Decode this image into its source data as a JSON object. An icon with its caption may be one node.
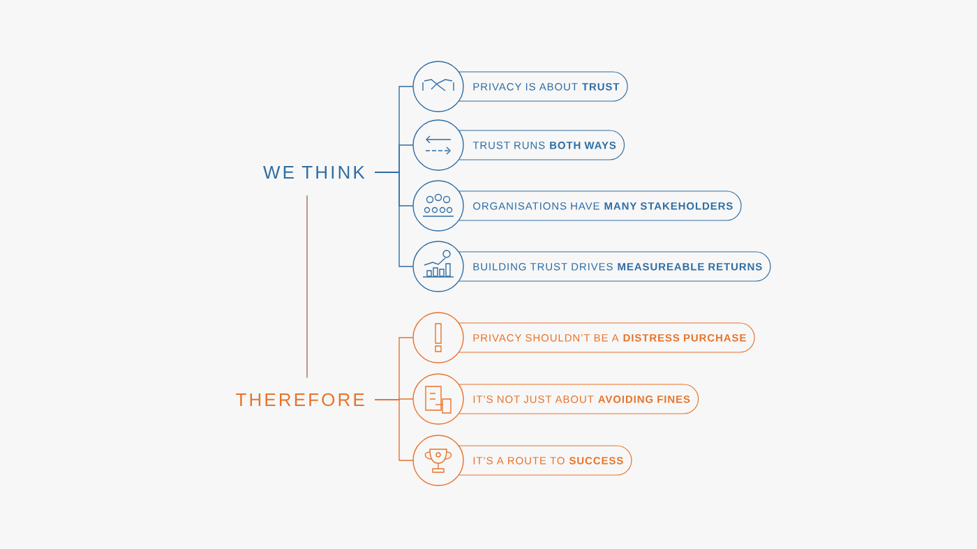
{
  "diagram": {
    "nodes": [
      {
        "text": [
          "WE THINK"
        ]
      },
      {
        "text": [
          "PRIVACY IS ABOUT **TRUST**"
        ]
      },
      {
        "text": [
          "TRUST RUNS **BOTH WAYS**"
        ]
      },
      {
        "text": [
          "ORGANISATIONS HAVE **MANY STAKEHOLDERS**"
        ]
      },
      {
        "text": [
          "BUILDING TRUST DRIVES **MEASUREABLE RETURNS**"
        ]
      },
      {
        "text": [
          "THEREFORE"
        ]
      },
      {
        "text": [
          "PRIVACY SHOULDN’T BE A **DISTRESS PURCHASE**"
        ]
      },
      {
        "text": [
          "IT’S NOT JUST ABOUT **AVOIDING FINES**"
        ]
      },
      {
        "text": [
          "IT’S A ROUTE TO **SUCCESS**"
        ]
      }
    ],
    "edges": [
      {
        "from": 0,
        "to": 1,
        "arrow": "none"
      },
      {
        "from": 0,
        "to": 2,
        "arrow": "none"
      },
      {
        "from": 0,
        "to": 3,
        "arrow": "none"
      },
      {
        "from": 0,
        "to": 4,
        "arrow": "none"
      },
      {
        "from": 0,
        "to": 5,
        "arrow": "none",
        "color": "#a9685c"
      },
      {
        "from": 5,
        "to": 6,
        "arrow": "none",
        "color": "#e8732a"
      },
      {
        "from": 5,
        "to": 7,
        "arrow": "none",
        "color": "#e8732a"
      },
      {
        "from": 5,
        "to": 8,
        "arrow": "none",
        "color": "#e8732a"
      }
    ]
  }
}
